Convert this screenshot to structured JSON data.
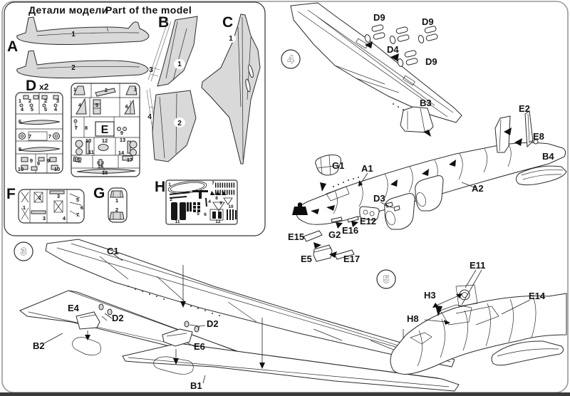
{
  "page": {
    "title_ru": "Детали модели",
    "title_en": "Part of the model"
  },
  "sprues": {
    "a": {
      "letter": "A",
      "parts": [
        "1",
        "2"
      ]
    },
    "b": {
      "letter": "B",
      "parts": [
        "1",
        "2",
        "3",
        "4"
      ]
    },
    "c": {
      "letter": "C",
      "parts": [
        "1"
      ]
    },
    "d": {
      "letter": "D",
      "multiplier": "x2",
      "parts": [
        "1",
        "2",
        "2",
        "3",
        "4",
        "5",
        "5",
        "4",
        "6",
        "7",
        "7",
        "8",
        "9",
        "9",
        "10",
        "9",
        "10"
      ]
    },
    "e": {
      "letter": "E",
      "parts": [
        "1",
        "2",
        "3",
        "4",
        "5",
        "6",
        "7",
        "8",
        "9",
        "10",
        "11",
        "12",
        "13",
        "14",
        "15",
        "16",
        "17",
        "18"
      ]
    },
    "f": {
      "letter": "F",
      "parts": [
        "1",
        "2",
        "3",
        "3",
        "4",
        "5",
        "6",
        "7"
      ]
    },
    "g": {
      "letter": "G",
      "parts": [
        "1",
        "2"
      ]
    },
    "h": {
      "letter": "H",
      "parts": [
        "1",
        "2",
        "3",
        "4",
        "5",
        "6",
        "7",
        "8",
        "9",
        "10",
        "11",
        "12"
      ]
    }
  },
  "steps": {
    "s3": {
      "number": "3",
      "callouts": {
        "c1": "C1",
        "e4": "E4",
        "d2a": "D2",
        "b2": "B2",
        "d2b": "D2",
        "e6": "E6",
        "b1": "B1"
      }
    },
    "s4": {
      "number": "4",
      "callouts": {
        "d9a": "D9",
        "d9b": "D9",
        "d9c": "D9",
        "d4": "D4",
        "b3": "B3",
        "e2": "E2",
        "e8": "E8",
        "b4": "B4",
        "a1": "A1",
        "a2": "A2",
        "g1": "G1",
        "d3": "D3",
        "e12": "E12",
        "e16": "E16",
        "g2": "G2",
        "e15": "E15",
        "e5": "E5",
        "e17": "E17"
      }
    },
    "s5": {
      "number": "5",
      "callouts": {
        "e11": "E11",
        "h3": "H3",
        "e14": "E14",
        "h8": "H8"
      }
    }
  },
  "icons": {
    "nose_weight": "weight-icon"
  }
}
